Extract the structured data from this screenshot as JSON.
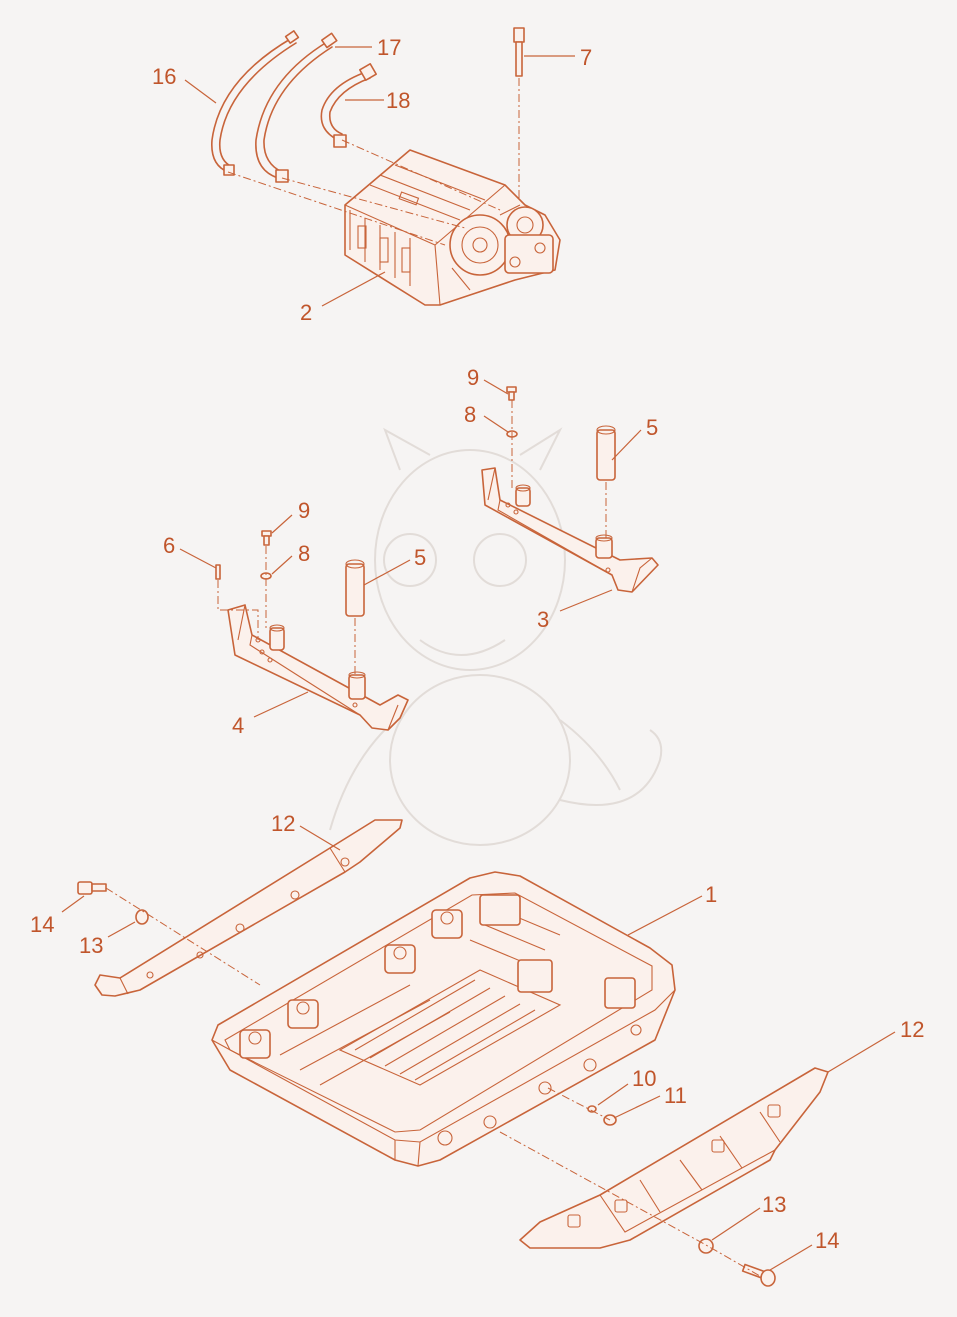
{
  "callouts": [
    {
      "id": "c16",
      "text": "16"
    },
    {
      "id": "c17",
      "text": "17"
    },
    {
      "id": "c7",
      "text": "7"
    },
    {
      "id": "c18",
      "text": "18"
    },
    {
      "id": "c2",
      "text": "2"
    },
    {
      "id": "c9a",
      "text": "9"
    },
    {
      "id": "c8a",
      "text": "8"
    },
    {
      "id": "c5a",
      "text": "5"
    },
    {
      "id": "c3",
      "text": "3"
    },
    {
      "id": "c9b",
      "text": "9"
    },
    {
      "id": "c6",
      "text": "6"
    },
    {
      "id": "c8b",
      "text": "8"
    },
    {
      "id": "c5b",
      "text": "5"
    },
    {
      "id": "c4",
      "text": "4"
    },
    {
      "id": "c12a",
      "text": "12"
    },
    {
      "id": "c1",
      "text": "1"
    },
    {
      "id": "c14a",
      "text": "14"
    },
    {
      "id": "c13a",
      "text": "13"
    },
    {
      "id": "c12b",
      "text": "12"
    },
    {
      "id": "c10",
      "text": "10"
    },
    {
      "id": "c11",
      "text": "11"
    },
    {
      "id": "c13b",
      "text": "13"
    },
    {
      "id": "c14b",
      "text": "14"
    }
  ],
  "colors": {
    "line": "#c8643a",
    "text": "#c0552b",
    "background": "#f6f4f3"
  }
}
